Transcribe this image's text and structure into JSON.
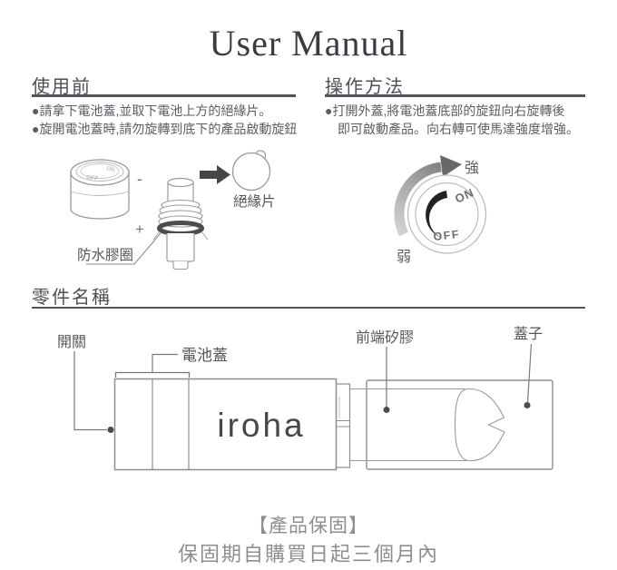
{
  "title": "User Manual",
  "sections": {
    "before_use": {
      "heading": "使用前",
      "bullet1": "●請拿下電池蓋,並取下電池上方的絕緣片。",
      "bullet2": "●旋開電池蓋時,請勿旋轉到底下的產品啟動旋鈕"
    },
    "operation": {
      "heading": "操作方法",
      "bullet1": "●打開外蓋,將電池蓋底部的旋鈕向右旋轉後",
      "bullet2": "即可啟動產品。向右轉可使馬達強度增強。"
    },
    "parts": {
      "heading": "零件名稱"
    }
  },
  "diagram_battery": {
    "insulation_label": "絕緣片",
    "waterproof_label": "防水膠圈",
    "cap_on": "ON",
    "cap_off": "OFF",
    "minus": "-",
    "plus": "+"
  },
  "diagram_dial": {
    "on": "ON",
    "off": "OFF",
    "strong": "強",
    "weak": "弱"
  },
  "diagram_parts": {
    "switch_label": "開關",
    "battery_cover_label": "電池蓋",
    "brand": "iroha",
    "front_silicone_label": "前端矽膠",
    "cap_label": "蓋子"
  },
  "warranty": {
    "title": "【產品保固】",
    "text": "保固期自購買日起三個月內"
  },
  "colors": {
    "text_dark": "#3b3b44",
    "text_gray": "#5c5c63",
    "line_gray": "#9a9a9a",
    "warranty_gray": "#8e8e90",
    "dial_black": "#222222"
  }
}
